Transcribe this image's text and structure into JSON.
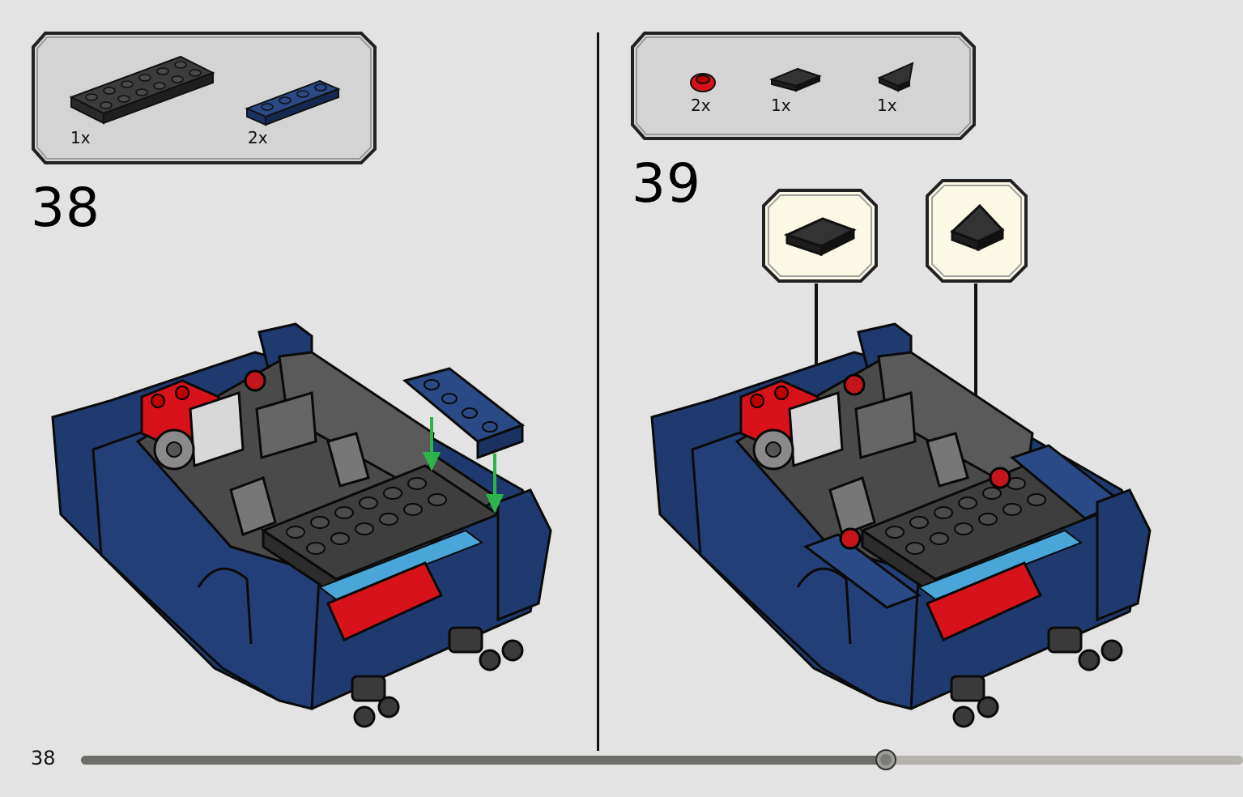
{
  "left_step": {
    "number": "38",
    "parts": [
      {
        "icon": "dark-gray-plate-2x6-icon",
        "qty": "1x"
      },
      {
        "icon": "dark-blue-plate-1x4-icon",
        "qty": "2x"
      }
    ]
  },
  "right_step": {
    "number": "39",
    "parts": [
      {
        "icon": "red-round-plate-icon",
        "qty": "2x"
      },
      {
        "icon": "black-wedge-plate-left-icon",
        "qty": "1x"
      },
      {
        "icon": "black-wedge-plate-right-icon",
        "qty": "1x"
      }
    ],
    "callouts": [
      {
        "icon": "black-wedge-plate-left-icon"
      },
      {
        "icon": "black-wedge-plate-right-icon"
      }
    ]
  },
  "footer": {
    "page_number": "38",
    "progress": 0.693
  },
  "colors": {
    "background": "#e3e3e3",
    "panel": "#d4d4d4",
    "callout_bg": "#fbf8e6",
    "car_blue": "#1f3a6e",
    "brick_red": "#d8121a",
    "dark_gray": "#555555",
    "arrow_green": "#2db34a"
  }
}
